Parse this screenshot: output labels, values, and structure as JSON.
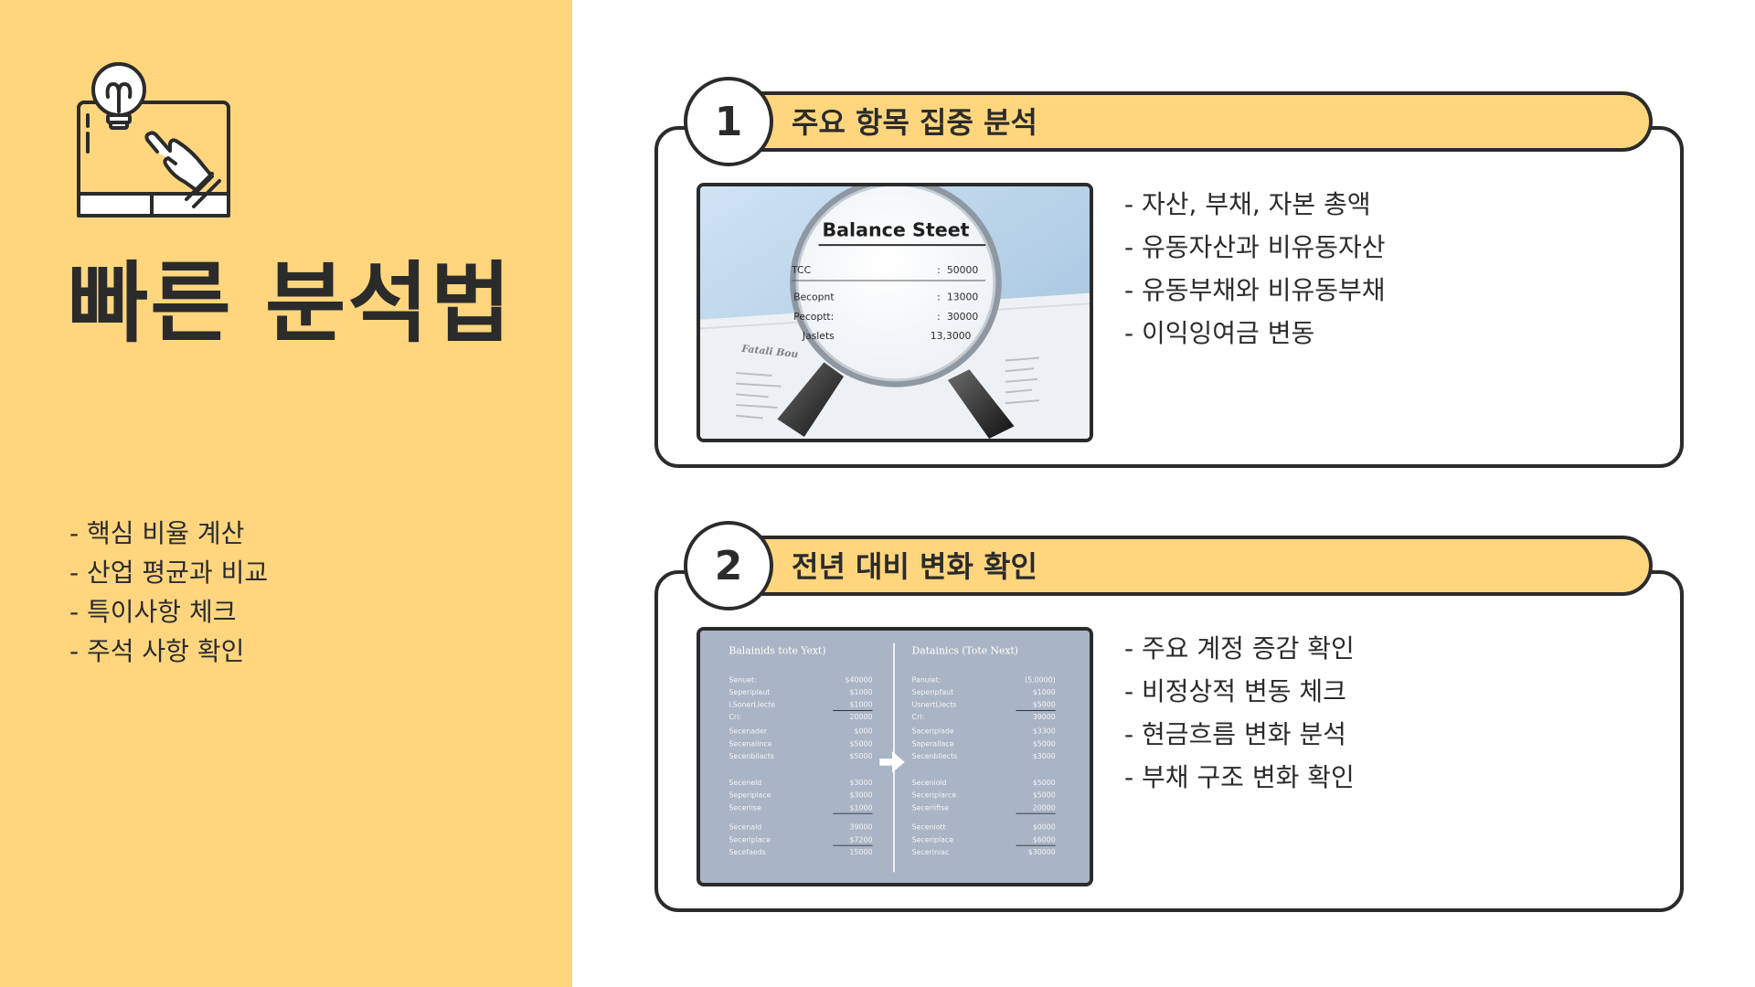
{
  "sidebar": {
    "title": "빠른 분석법",
    "icon": "lightbulb-board-hand-icon",
    "items": [
      "- 핵심 비율 계산",
      "- 산업 평균과 비교",
      "- 특이사항 체크",
      "- 주석 사항 확인"
    ]
  },
  "sections": [
    {
      "number": "1",
      "title": "주요 항목 집중 분석",
      "image": {
        "heading": "Balance Steet",
        "rows": [
          {
            "label": "TCC",
            "value": "50000"
          },
          {
            "label": "Becopnt",
            "value": "13000"
          },
          {
            "label": "Pecoptt:",
            "value": "30000"
          },
          {
            "label": "Jaslets",
            "value": "13,3000"
          }
        ],
        "caption": "Fatali Bou"
      },
      "items": [
        "- 자산, 부채, 자본 총액",
        "- 유동자산과 비유동자산",
        "- 유동부채와 비유동부채",
        "- 이익잉여금 변동"
      ]
    },
    {
      "number": "2",
      "title": "전년 대비 변화 확인",
      "image": {
        "left_heading": "Balainids tote Yext)",
        "right_heading": "Datainics (Tote Next)",
        "left_rows": [
          {
            "label": "Senuet:",
            "value": "$40000"
          },
          {
            "label": "Seperiplaut",
            "value": "$1000"
          },
          {
            "label": "LSonerLlecte",
            "value": "$1000"
          },
          {
            "label": "Cri:",
            "value": "20000"
          },
          {
            "label": "Secenader",
            "value": "$000"
          },
          {
            "label": "Secenalince",
            "value": "$5000"
          },
          {
            "label": "Secenbilacts",
            "value": "$5000"
          },
          {
            "label": "Seceneld",
            "value": "$3000"
          },
          {
            "label": "Seperiplace",
            "value": "$3000"
          },
          {
            "label": "Seceriise",
            "value": "$1000"
          },
          {
            "label": "Secenald",
            "value": "39000"
          },
          {
            "label": "Seceriplace",
            "value": "$7200"
          },
          {
            "label": "Secefaeds",
            "value": "15000"
          }
        ],
        "right_rows": [
          {
            "label": "Panulet:",
            "value": "(5,0000)"
          },
          {
            "label": "Seperipfaut",
            "value": "$1000"
          },
          {
            "label": "UsnertLlects",
            "value": "$5000"
          },
          {
            "label": "Cri:",
            "value": "39000"
          },
          {
            "label": "Saceriplade",
            "value": "$3300"
          },
          {
            "label": "Saperallace",
            "value": "$5000"
          },
          {
            "label": "Secenbllects",
            "value": "$3000"
          },
          {
            "label": "Seceniold",
            "value": "$5000"
          },
          {
            "label": "Seceriplarce",
            "value": "$5000"
          },
          {
            "label": "Seceriifise",
            "value": "20000"
          },
          {
            "label": "Seceniott",
            "value": "$0000"
          },
          {
            "label": "Seceriplace",
            "value": "$6000"
          },
          {
            "label": "Seceriniac",
            "value": "$30000"
          }
        ]
      },
      "items": [
        "- 주요 계정 증감 확인",
        "- 비정상적 변동 체크",
        "- 현금흐름 변화 분석",
        "- 부채 구조 변화 확인"
      ]
    }
  ],
  "colors": {
    "accent": "#FFD67E",
    "ink": "#2b2b2b",
    "background": "#ffffff"
  }
}
